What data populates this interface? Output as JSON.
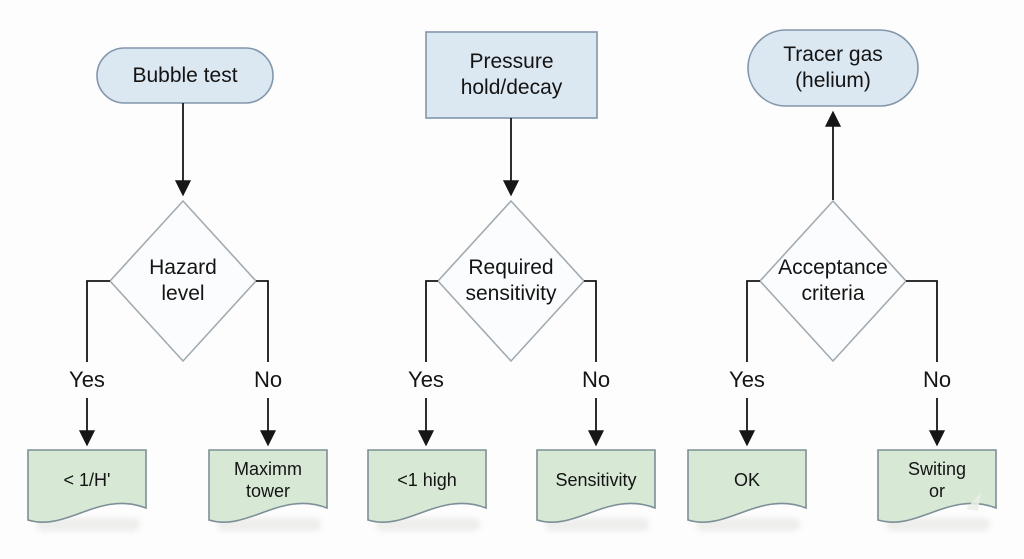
{
  "columns": [
    {
      "method": "Bubble test",
      "decision": "Hazard level",
      "yes_label": "Yes",
      "no_label": "No",
      "yes_outcome": "< 1/H'",
      "no_outcome": "Maximm tower"
    },
    {
      "method": "Pressure hold/decay",
      "decision": "Required sensitivity",
      "yes_label": "Yes",
      "no_label": "No",
      "yes_outcome": "<1 high",
      "no_outcome": "Sensitivity"
    },
    {
      "method": "Tracer gas (helium)",
      "decision": "Acceptance criteria",
      "yes_label": "Yes",
      "no_label": "No",
      "yes_outcome": "OK",
      "no_outcome": "Switing or"
    }
  ],
  "colors": {
    "process_fill": "#dbe7f1",
    "process_stroke": "#8296ac",
    "decision_fill": "#fbfcfd",
    "decision_stroke": "#a2abb0",
    "document_fill": "#d7e8d5",
    "document_stroke": "#7d8f97",
    "connector": "#161616"
  }
}
